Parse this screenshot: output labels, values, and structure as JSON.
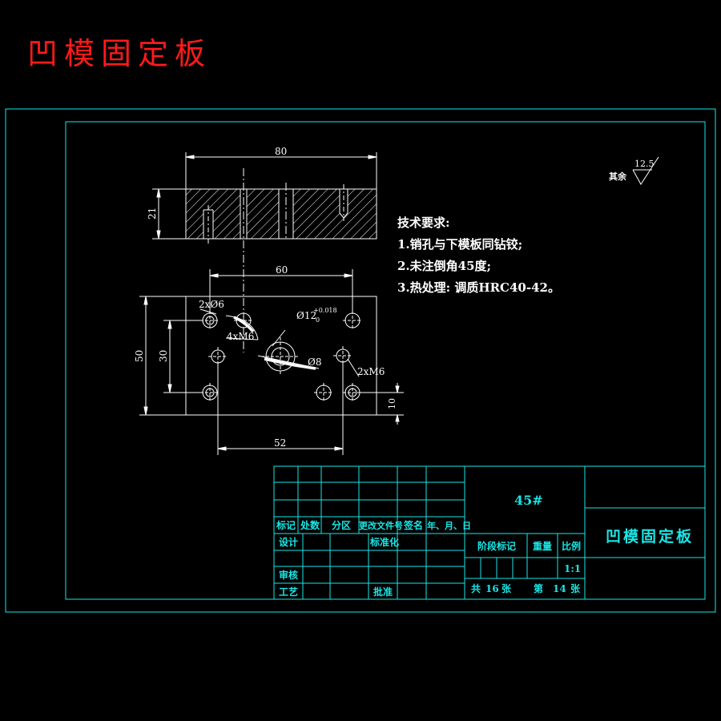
{
  "title": "凹模固定板",
  "dimensions": {
    "top_width": "80",
    "top_height": "21",
    "hole_span": "60",
    "plate_height": "50",
    "row_span": "30",
    "bottom_span": "52",
    "edge_offset": "10"
  },
  "callouts": {
    "pin_holes": "2xØ6",
    "threads": "4xM6",
    "center_bore": "Ø12",
    "tol_upper": "+0.018",
    "tol_lower": "0",
    "inner_bore": "Ø8",
    "right_pin": "2xM6"
  },
  "surface": {
    "label": "其余",
    "value": "12.5"
  },
  "tech_requirements": {
    "heading": "技术要求:",
    "items": [
      "1.销孔与下模板同钻铰;",
      "2.未注倒角45度;",
      "3.热处理: 调质HRC40-42。"
    ]
  },
  "title_block": {
    "material": "45#",
    "part_name": "凹模固定板",
    "header_row": [
      "标记",
      "处数",
      "分区",
      "更改文件号",
      "签名",
      "年、月、日"
    ],
    "design": "设计",
    "standardize": "标准化",
    "review": "审核",
    "process": "工艺",
    "approve": "批准",
    "stage_mark": "阶段标记",
    "weight": "重量",
    "scale": "比例",
    "scale_value": "1:1",
    "total_label": "共",
    "total_sheets": "16",
    "sheets_unit": "张",
    "sheet_label": "第",
    "sheet_no": "14",
    "sheet_unit": "张"
  }
}
